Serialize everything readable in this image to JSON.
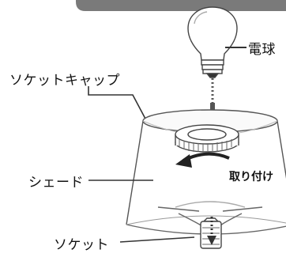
{
  "labels": {
    "bulb": "電球",
    "socket_cap": "ソケットキャップ",
    "shade": "シェード",
    "attach": "取り付け",
    "socket": "ソケット"
  }
}
